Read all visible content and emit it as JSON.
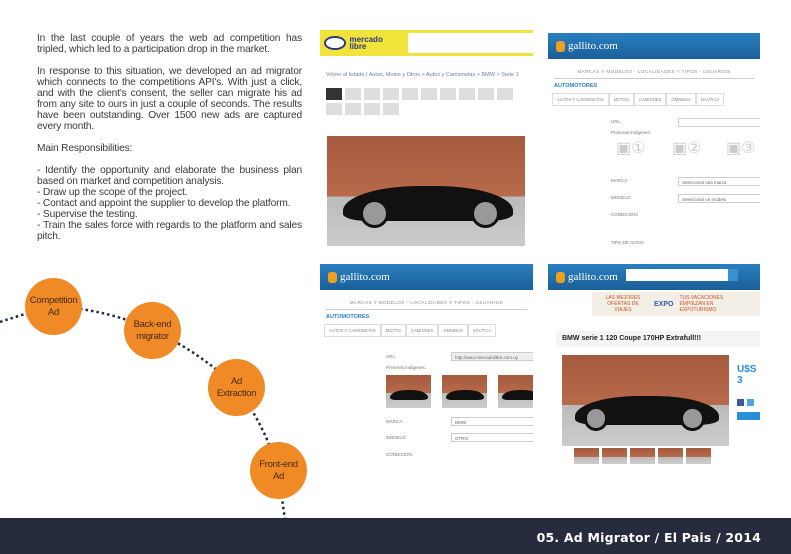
{
  "description": {
    "paragraphs": [
      "In the last couple of years the web ad competition has tripled, which led to a participation drop in the market.",
      "In response to this situation, we developed an ad migrator which connects to the competitions API's. With just a click, and with the client's consent, the seller can migrate his ad from any site to ours in just a couple of seconds. The results have been outstanding. Over 1500 new ads are captured every month.",
      "Main Responsibilities:"
    ],
    "responsibilities": [
      "- Identify the opportunity and elaborate the business plan based on market and competition analysis.",
      "- Draw up the scope of the project.",
      "- Contact and appoint the supplier to develop the platform.",
      "- Supervise the testing.",
      "- Train the sales force with regards to the platform and sales pitch."
    ]
  },
  "flow": {
    "steps": [
      {
        "line1": "Competition",
        "line2": "Ad"
      },
      {
        "line1": "Back-end",
        "line2": "migrator"
      },
      {
        "line1": "Ad",
        "line2": "Extraction"
      },
      {
        "line1": "Front-end",
        "line2": "Ad"
      }
    ],
    "color": "#f08a26"
  },
  "screens": {
    "mercadolibre": {
      "logo": "mercado libre",
      "breadcrumb": "Volver al listado | Autos, Motos y Otros > Autos y Camionetas > BMW > Serie 1"
    },
    "gallito_form": {
      "logo": "gallito.com",
      "nav": "MARCAS Y MODELOS  -  LOCALIDADES Y TIPOS  -  USUARIOS",
      "section": "AUTOMOTORES",
      "tabs": [
        "AUTOS Y CAMIONETAS",
        "MOTOS",
        "CAMIONES",
        "ÓMNIBUS",
        "NÁUTICA"
      ],
      "fields": {
        "url": "URL:",
        "images": "Primeras imágenes:",
        "brand": "MARCA:",
        "model": "MODELO:",
        "condition": "CONDICIÓN:",
        "type": "TIPO DE AVISO:"
      },
      "brand_placeholder": "Seleccioná una marca",
      "model_placeholder": "Seleccioná un modelo"
    },
    "gallito_filled": {
      "url_value": "http://auto.mercadolibre.com.uy",
      "brand_value": "BMW",
      "model_value": "OTRO"
    },
    "gallito_ad": {
      "banner_left": "LAS MEJORES OFERTAS DE VIAJES",
      "banner_logo": "EXPO",
      "banner_right": "TUS VACACIONES EMPIEZAN EN EXPOTURISMO",
      "title": "BMW serie 1 120 Coupe 170HP Extrafull!!!",
      "price": "U$S 3"
    }
  },
  "footer": {
    "caption": "05. Ad Migrator / El Pais / 2014",
    "background": "#262b3d"
  }
}
